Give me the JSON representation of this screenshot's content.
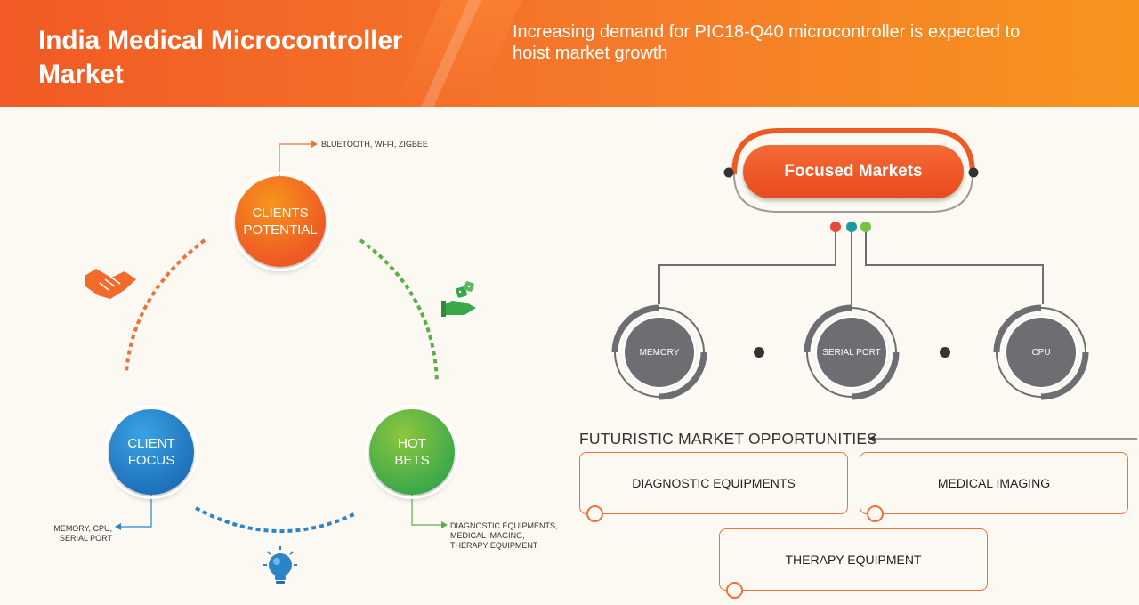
{
  "header": {
    "title": "India Medical Microcontroller Market",
    "subtitle": "Increasing demand for PIC18-Q40 microcontroller is expected to hoist market growth"
  },
  "cycle": {
    "clients_potential": {
      "line1": "CLIENTS",
      "line2": "POTENTIAL",
      "note": "BLUETOOTH, WI-FI,  ZIGBEE"
    },
    "client_focus": {
      "line1": "CLIENT",
      "line2": "FOCUS",
      "note_line1": "MEMORY, CPU,",
      "note_line2": "SERIAL PORT"
    },
    "hot_bets": {
      "line1": "HOT",
      "line2": "BETS",
      "note_line1": "DIAGNOSTIC EQUIPMENTS,",
      "note_line2": "MEDICAL IMAGING,",
      "note_line3": "THERAPY EQUIPMENT"
    }
  },
  "focused_markets": {
    "label": "Focused Markets",
    "items": [
      "MEMORY",
      "SERIAL PORT",
      "CPU"
    ]
  },
  "futuristic": {
    "title": "FUTURISTIC MARKET OPPORTUNITIES",
    "items": [
      "DIAGNOSTIC EQUIPMENTS",
      "MEDICAL IMAGING",
      "THERAPY EQUIPMENT"
    ]
  },
  "colors": {
    "orange": "#f15a24",
    "blue": "#1f6fba",
    "green": "#3aa84a",
    "gray": "#6d6e71"
  }
}
